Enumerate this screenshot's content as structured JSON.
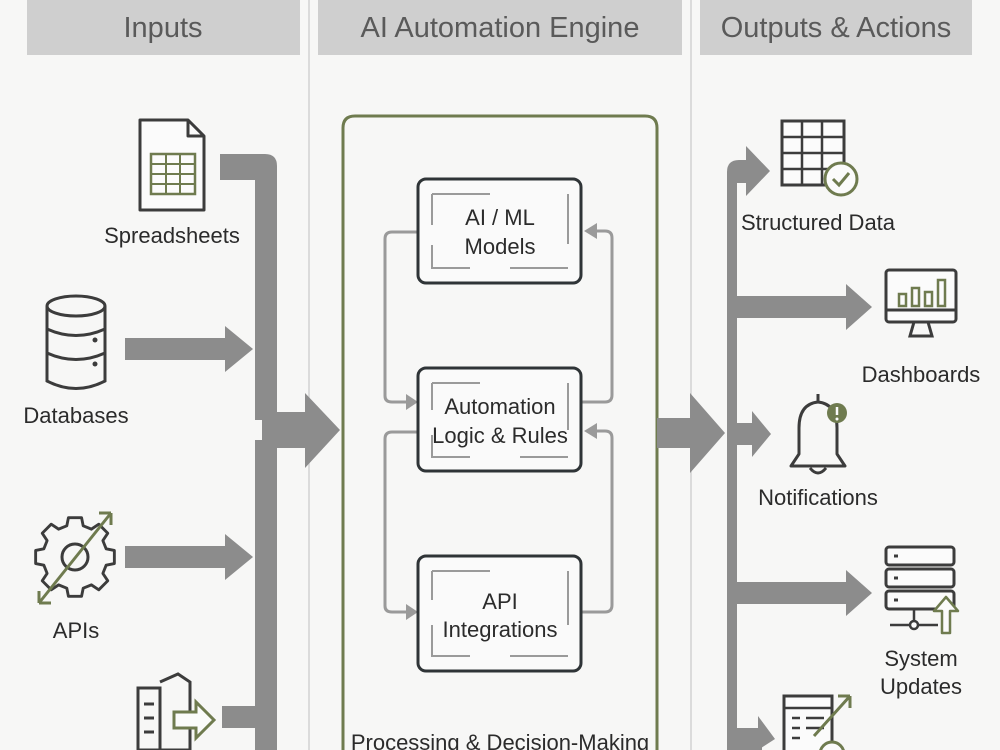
{
  "headers": {
    "inputs": "Inputs",
    "engine": "AI Automation Engine",
    "outputs": "Outputs & Actions"
  },
  "inputs": {
    "spreadsheets": "Spreadsheets",
    "databases": "Databases",
    "apis": "APIs"
  },
  "engine": {
    "models_line1": "AI / ML",
    "models_line2": "Models",
    "logic_line1": "Automation",
    "logic_line2": "Logic & Rules",
    "api_line1": "API",
    "api_line2": "Integrations",
    "footer": "Processing & Decision-Making"
  },
  "outputs": {
    "structured": "Structured Data",
    "dashboards": "Dashboards",
    "notifications": "Notifications",
    "system_line1": "System",
    "system_line2": "Updates"
  },
  "icons": {
    "spreadsheet": "spreadsheet-icon",
    "database": "database-icon",
    "api": "gear-icon",
    "document_transfer": "document-transfer-icon",
    "structured_data": "table-check-icon",
    "dashboard": "monitor-chart-icon",
    "notification": "bell-icon",
    "server": "server-update-icon",
    "report": "report-chart-icon"
  },
  "colors": {
    "header_bg": "#cfcfcf",
    "flow_gray": "#8c8c8c",
    "accent_green": "#6f7b4f",
    "box_border": "#2f3437",
    "line_gray": "#9a9a9a"
  }
}
